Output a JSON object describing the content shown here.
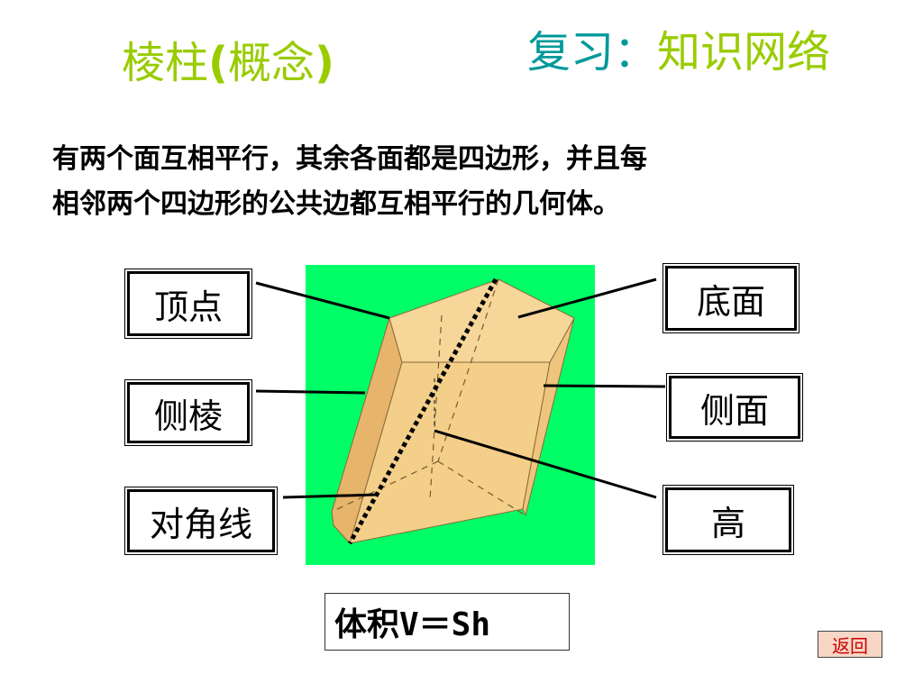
{
  "title": {
    "prefix": "棱柱",
    "open": "(",
    "word": "概念",
    "close": ")"
  },
  "review": {
    "part1": "复习：",
    "part2": "知识网络"
  },
  "definition": {
    "line1": "有两个面互相平行，其余各面都是四边形，并且每",
    "line2": "相邻两个四边形的公共边都互相平行的几何体。"
  },
  "labels": {
    "vertex": "顶点",
    "lateral_edge": "侧棱",
    "diagonal": "对角线",
    "base": "底面",
    "lateral_face": "侧面",
    "height": "高"
  },
  "volume": "体积V＝Sh",
  "back_button": "返回",
  "colors": {
    "title_green": "#99cc00",
    "review_teal": "#009999",
    "diagram_bg": "#00ff66",
    "prism_face": "#f3cf8a",
    "prism_side": "#e6b46a",
    "back_button_text": "#cc0000"
  }
}
